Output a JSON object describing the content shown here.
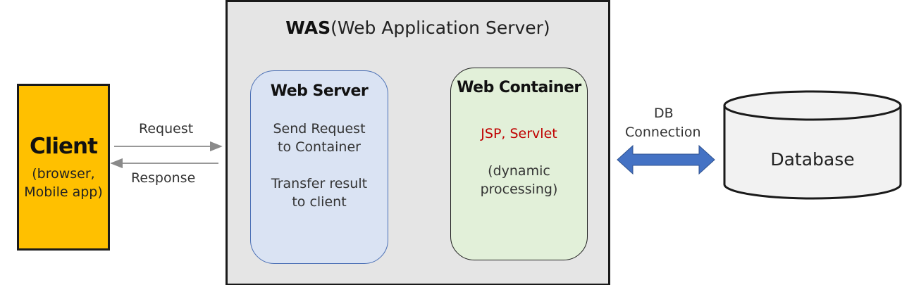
{
  "client": {
    "title": "Client",
    "subtitle_line1": "(browser,",
    "subtitle_line2": "Mobile app)"
  },
  "arrows": {
    "request_label": "Request",
    "response_label": "Response"
  },
  "was": {
    "title_bold": "WAS",
    "title_rest": "(Web Application Server)"
  },
  "web_server": {
    "title": "Web Server",
    "line1": "Send Request",
    "line2": "to Container",
    "line3": "Transfer result",
    "line4": "to client"
  },
  "web_container": {
    "title": "Web Container",
    "tech": "JSP, Servlet",
    "line1": "(dynamic",
    "line2": "processing)"
  },
  "db_connection": {
    "line1": "DB",
    "line2": "Connection"
  },
  "database": {
    "label": "Database"
  },
  "colors": {
    "client_fill": "#ffc000",
    "was_fill": "#e5e5e5",
    "web_server_fill": "#dae3f3",
    "web_container_fill": "#e2f0d9",
    "db_arrow": "#4472c4",
    "tech_text": "#c00000"
  }
}
